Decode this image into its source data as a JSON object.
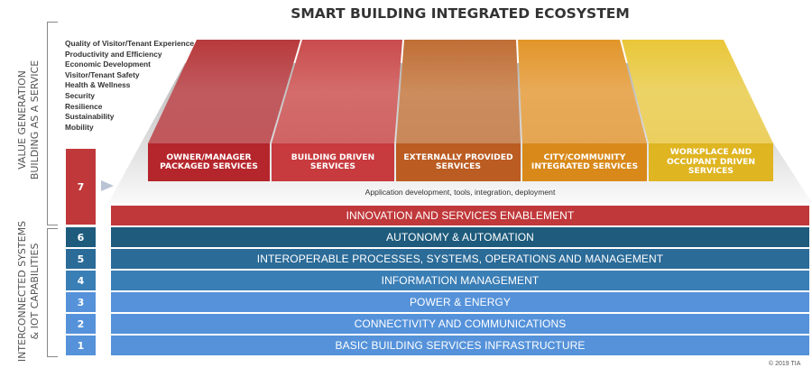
{
  "title": "SMART BUILDING INTEGRATED ECOSYSTEM",
  "side_labels": {
    "value_generation": [
      "VALUE GENERATION",
      "BUILDING AS A SERVICE"
    ],
    "interconnected": [
      "INTERCONNECTED SYSTEMS",
      "& IOT CAPABILITIES"
    ]
  },
  "value_attributes": [
    "Quality of Visitor/Tenant Experience",
    "Productivity and Efficiency",
    "Economic Development",
    "Visitor/Tenant Safety",
    "Health & Wellness",
    "Security",
    "Resilience",
    "Sustainability",
    "Mobility"
  ],
  "services": [
    {
      "label": "OWNER/MANAGER PACKAGED SERVICES",
      "front_color": "#b5262c",
      "top_color": "#c0424a"
    },
    {
      "label": "BUILDING DRIVEN SERVICES",
      "front_color": "#c73a3e",
      "top_color": "#d56366"
    },
    {
      "label": "EXTERNALLY PROVIDED SERVICES",
      "front_color": "#bb5c22",
      "top_color": "#cc8450"
    },
    {
      "label": "CITY/COMMUNITY INTEGRATED SERVICES",
      "front_color": "#d8891a",
      "top_color": "#e7a44a"
    },
    {
      "label": "WORKPLACE AND OCCUPANT DRIVEN SERVICES",
      "front_color": "#dfb521",
      "top_color": "#ebd055"
    }
  ],
  "platform_caption": "Application development, tools, integration, deployment",
  "layers": [
    {
      "number": "7",
      "label": "INNOVATION AND SERVICES ENABLEMENT",
      "color": "#c0383a"
    },
    {
      "number": "6",
      "label": "AUTONOMY & AUTOMATION",
      "color": "#1e5b7c"
    },
    {
      "number": "5",
      "label": "INTEROPERABLE PROCESSES, SYSTEMS, OPERATIONS AND MANAGEMENT",
      "color": "#2b6b98"
    },
    {
      "number": "4",
      "label": "INFORMATION MANAGEMENT",
      "color": "#3a7eb6"
    },
    {
      "number": "3",
      "label": "POWER & ENERGY",
      "color": "#5592da"
    },
    {
      "number": "2",
      "label": "CONNECTIVITY AND COMMUNICATIONS",
      "color": "#5592da"
    },
    {
      "number": "1",
      "label": "BASIC BUILDING SERVICES INFRASTRUCTURE",
      "color": "#5592da"
    }
  ],
  "copyright": "© 2019 TIA"
}
